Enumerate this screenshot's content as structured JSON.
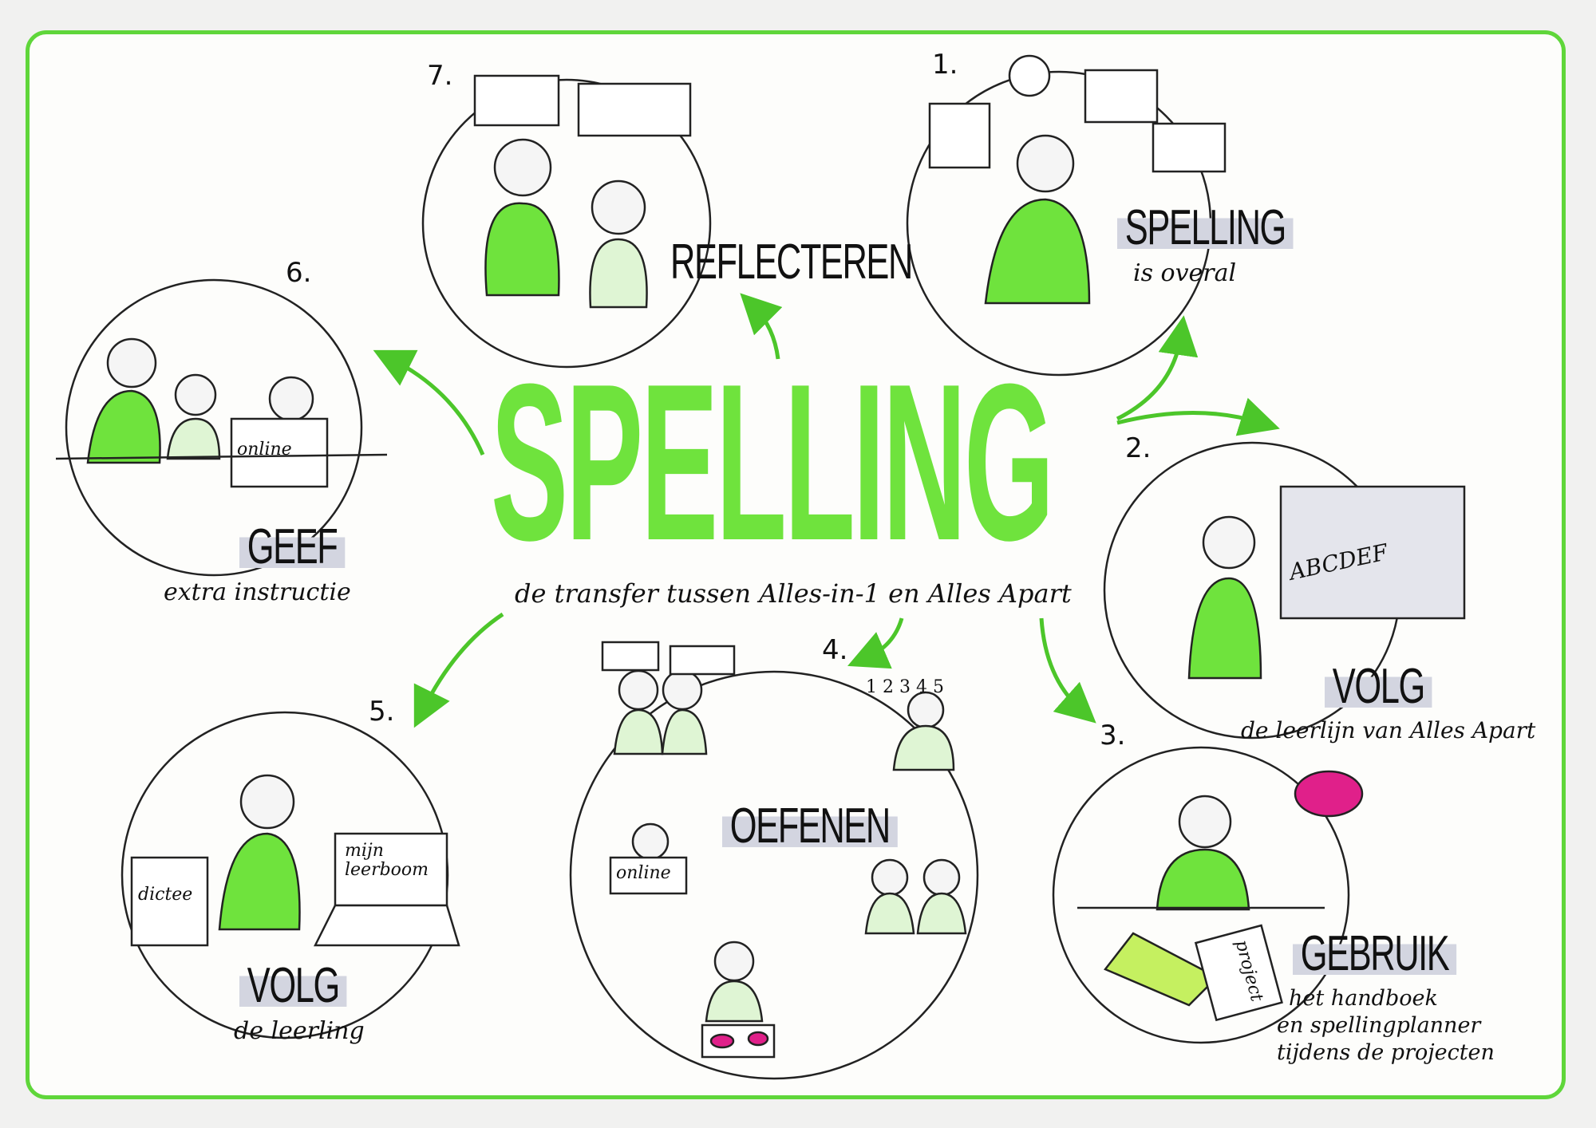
{
  "title": "SPELLING",
  "subtitle": "de transfer tussen Alles-in-1 en Alles Apart",
  "steps": [
    {
      "number": "1.",
      "heading": "SPELLING",
      "caption": "is overal"
    },
    {
      "number": "2.",
      "heading": "VOLG",
      "caption": "de leerlijn van Alles Apart",
      "board_text": "ABCDEF"
    },
    {
      "number": "3.",
      "heading": "GEBRUIK",
      "caption_lines": [
        "het handboek",
        "en spellingplanner",
        "tijdens de projecten"
      ],
      "book_text": "project"
    },
    {
      "number": "4.",
      "heading": "OEFENEN",
      "screen_text": "online",
      "counter": "1 2 3 4 5"
    },
    {
      "number": "5.",
      "heading": "VOLG",
      "caption": "de leerling",
      "book_text": "dictee",
      "laptop_text": "mijn leerboom"
    },
    {
      "number": "6.",
      "heading": "GEEF",
      "caption": "extra instructie",
      "screen_text": "online"
    },
    {
      "number": "7.",
      "heading": "REFLECTEREN"
    }
  ],
  "colors": {
    "accent": "#5fd63a",
    "highlight": "#d3d5e0",
    "ink": "#111111",
    "pink": "#e0208a"
  }
}
